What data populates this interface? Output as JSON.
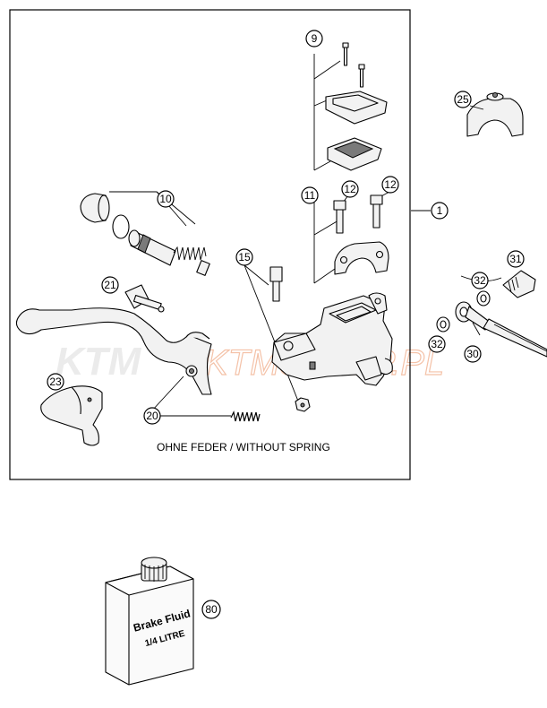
{
  "diagram": {
    "frame_caption": "OHNE FEDER / WITHOUT SPRING",
    "watermark_text": "KTM",
    "watermark_suffix": "KTMSKLEP.PL",
    "callouts": [
      "1",
      "9",
      "10",
      "11",
      "12",
      "12",
      "15",
      "20",
      "21",
      "23",
      "25",
      "30",
      "31",
      "32",
      "32",
      "80"
    ],
    "bottle": {
      "line1": "Brake Fluid",
      "line2": "1/4 LITRE"
    },
    "colors": {
      "line": "#000000",
      "part_fill": "#f2f2f2",
      "watermark_grey": "#ebebeb",
      "watermark_orange": "#f4c2a8"
    }
  }
}
